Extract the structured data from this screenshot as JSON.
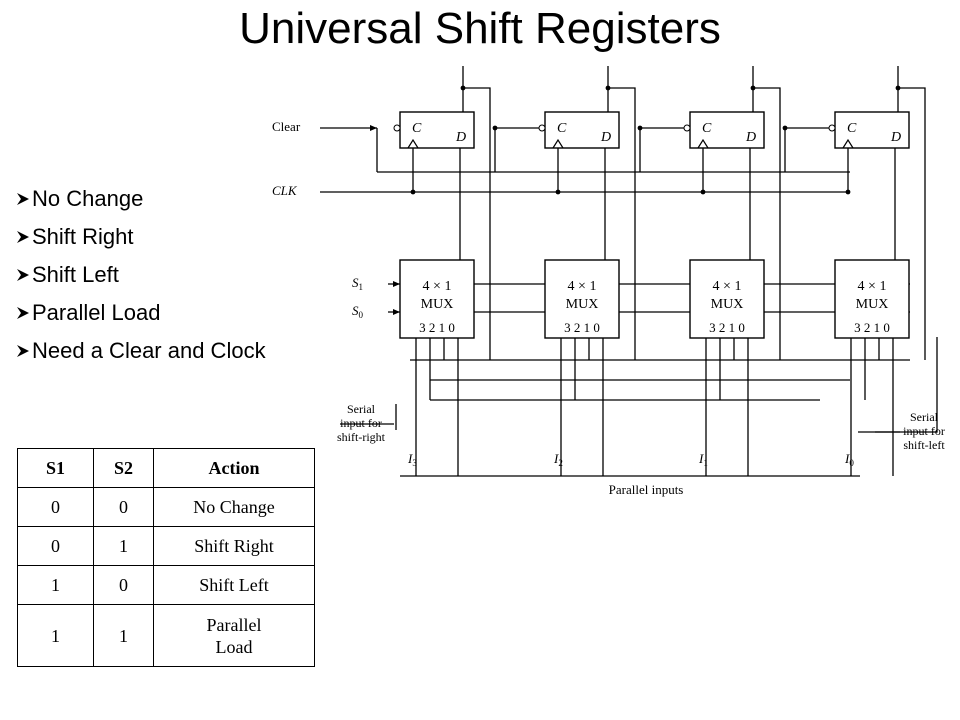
{
  "title": "Universal Shift Registers",
  "bullets": [
    "No Change",
    "Shift Right",
    "Shift Left",
    "Parallel Load",
    "Need a Clear and Clock"
  ],
  "table": {
    "headers": [
      "S1",
      "S2",
      "Action"
    ],
    "rows": [
      [
        "0",
        "0",
        "No Change"
      ],
      [
        "0",
        "1",
        "Shift Right"
      ],
      [
        "1",
        "0",
        "Shift Left"
      ],
      [
        "1",
        "1",
        "Parallel Load"
      ]
    ]
  },
  "diagram": {
    "clear_label": "Clear",
    "clk_label": "CLK",
    "ff_c": "C",
    "ff_d": "D",
    "s1": "S",
    "s1_sub": "1",
    "s0": "S",
    "s0_sub": "0",
    "mux_line1": "4 × 1",
    "mux_line2": "MUX",
    "mux_sel": "3  2  1  0",
    "serial_right": [
      "Serial",
      "input for",
      "shift-right"
    ],
    "serial_left": [
      "Serial",
      "input for",
      "shift-left"
    ],
    "inputs": [
      {
        "main": "I",
        "sub": "3"
      },
      {
        "main": "I",
        "sub": "2"
      },
      {
        "main": "I",
        "sub": "1"
      },
      {
        "main": "I",
        "sub": "0"
      }
    ],
    "parallel_inputs": "Parallel inputs"
  }
}
